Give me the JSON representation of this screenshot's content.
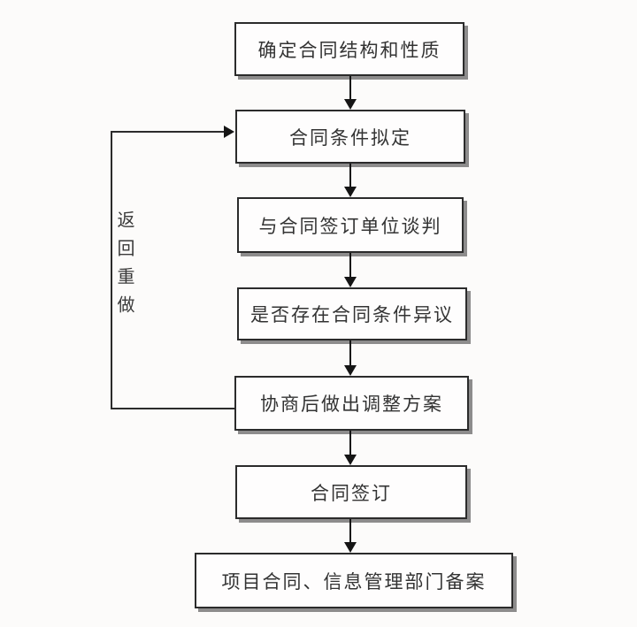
{
  "flowchart": {
    "description": "Contract signing process flowchart (Chinese)",
    "nodes": [
      {
        "id": "n1",
        "label": "确定合同结构和性质"
      },
      {
        "id": "n2",
        "label": "合同条件拟定"
      },
      {
        "id": "n3",
        "label": "与合同签订单位谈判"
      },
      {
        "id": "n4",
        "label": "是否存在合同条件异议"
      },
      {
        "id": "n5",
        "label": "协商后做出调整方案"
      },
      {
        "id": "n6",
        "label": "合同签订"
      },
      {
        "id": "n7",
        "label": "项目合同、信息管理部门备案"
      }
    ],
    "edges": [
      {
        "from": "确定合同结构和性质",
        "to": "合同条件拟定",
        "type": "forward"
      },
      {
        "from": "合同条件拟定",
        "to": "与合同签订单位谈判",
        "type": "forward"
      },
      {
        "from": "与合同签订单位谈判",
        "to": "是否存在合同条件异议",
        "type": "forward"
      },
      {
        "from": "是否存在合同条件异议",
        "to": "协商后做出调整方案",
        "type": "forward"
      },
      {
        "from": "协商后做出调整方案",
        "to": "合同签订",
        "type": "forward"
      },
      {
        "from": "合同签订",
        "to": "项目合同、信息管理部门备案",
        "type": "forward"
      },
      {
        "from": "协商后做出调整方案",
        "to": "合同条件拟定",
        "type": "feedback",
        "label": "返回重做"
      }
    ],
    "loop_label": "返回重做",
    "colors": {
      "background": "#fcfbfa",
      "node_fill": "#fefdfd",
      "node_border": "#2b2b2b",
      "node_shadow": "#8d8c8c",
      "text": "#333333",
      "arrow": "#151515"
    }
  }
}
